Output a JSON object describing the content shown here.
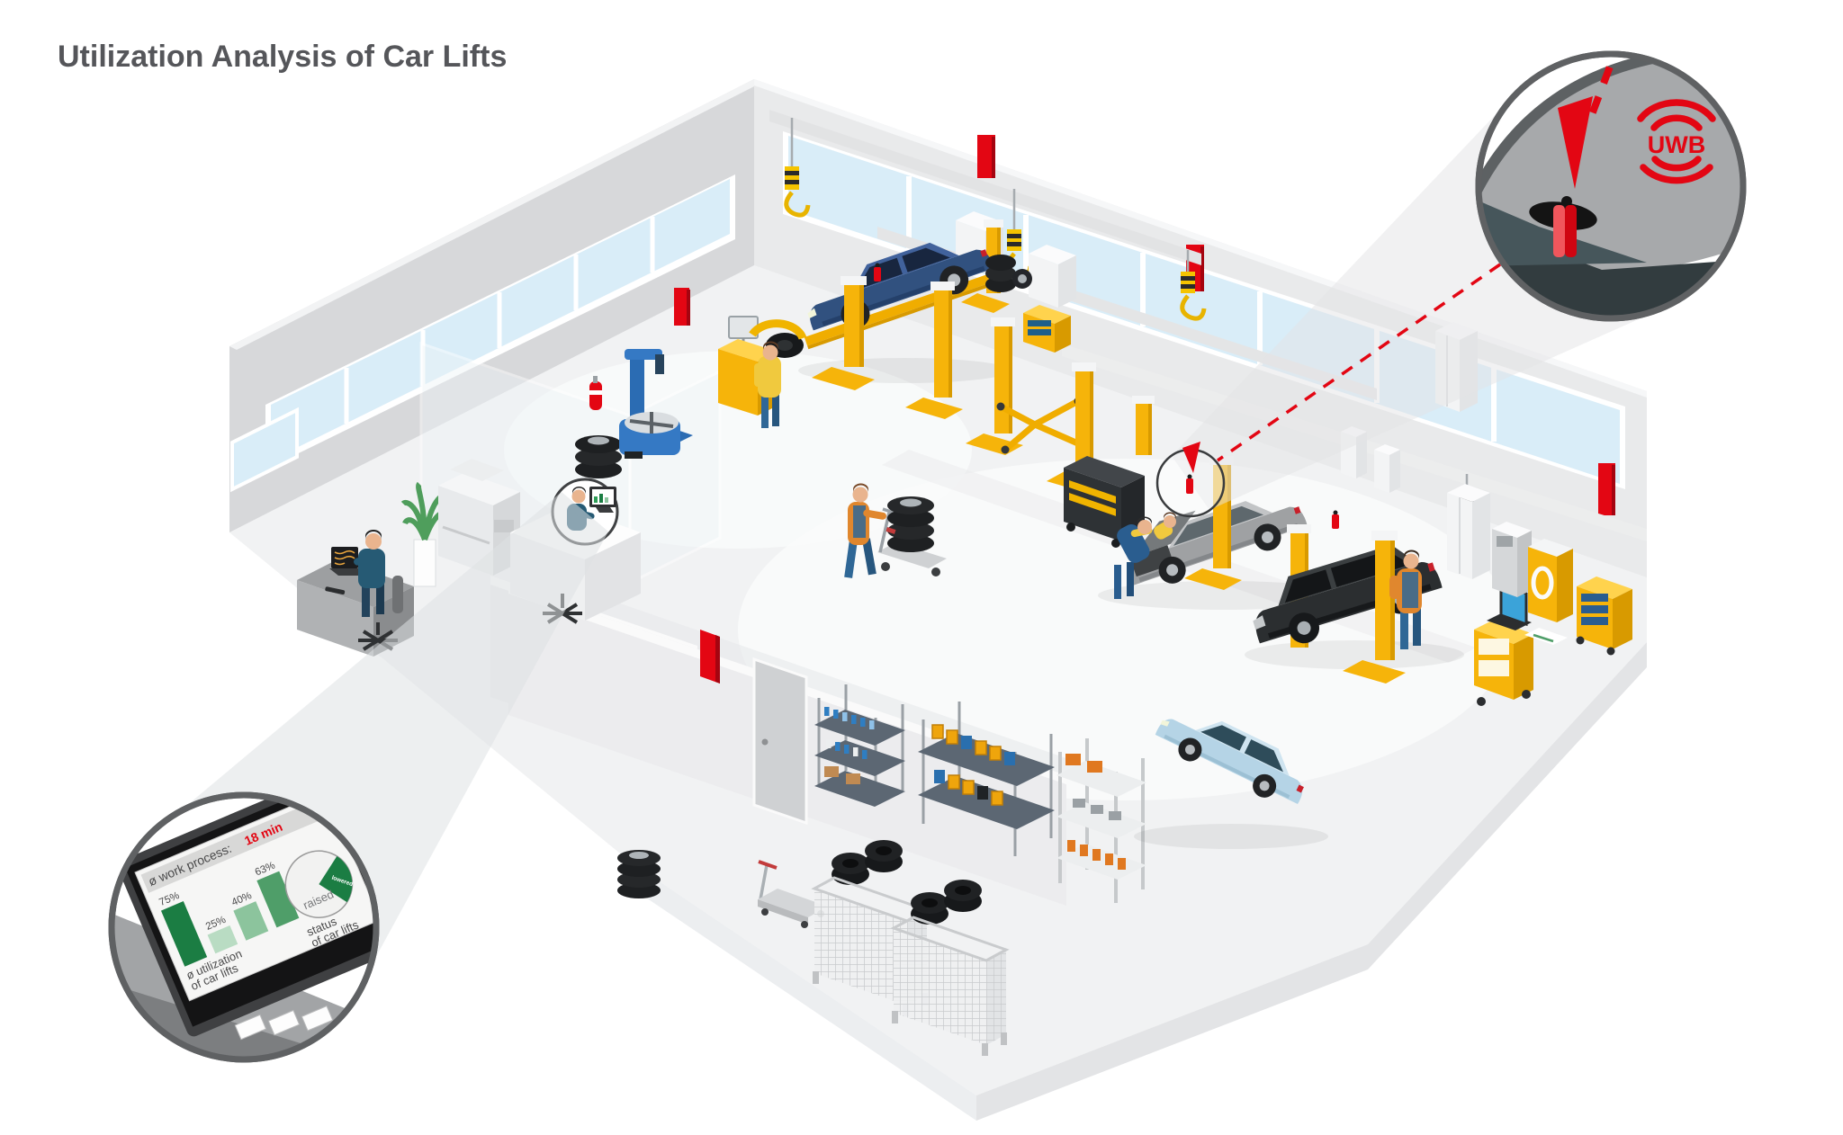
{
  "title": "Utilization Analysis of Car Lifts",
  "monitor_callout": {
    "header_label": "ø work process:",
    "header_value": "18 min",
    "bar_caption": [
      "ø utilization",
      "of car lifts"
    ],
    "pie_caption": [
      "status",
      "of car lifts"
    ],
    "pie_small_label": "lowered",
    "pie_big_label": "raised"
  },
  "uwb_callout": {
    "label": "UWB"
  },
  "chart_data": [
    {
      "type": "bar",
      "title": "ø utilization of car lifts",
      "values": [
        75,
        25,
        40,
        63
      ],
      "data_labels": [
        "75%",
        "25%",
        "40%",
        "63%"
      ],
      "ylim": [
        0,
        100
      ],
      "bar_colors": [
        "#1b7d43",
        "#b9dcc3",
        "#8cc49d",
        "#4f9e69"
      ]
    },
    {
      "type": "pie",
      "title": "status of car lifts",
      "labels": [
        "raised",
        "lowered"
      ],
      "values": [
        75,
        25
      ],
      "colors": [
        "#f2f2f1",
        "#1b7d43"
      ]
    },
    {
      "type": "kpi",
      "title": "ø work process",
      "value": 18,
      "unit": "min"
    }
  ],
  "colors": {
    "accent_red": "#e30613",
    "lift_yellow": "#f6b40a",
    "green_dark": "#1b7d43",
    "wall_gray": "#d7d8da",
    "floor_gray": "#f1f2f3",
    "window_blue": "#d9edf8"
  }
}
